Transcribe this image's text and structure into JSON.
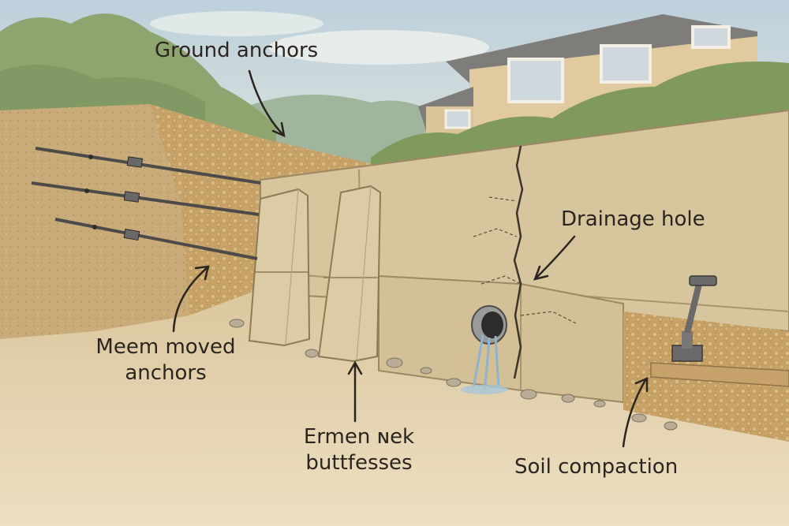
{
  "labels": {
    "ground_anchors": "Ground anchors",
    "drainage_hole": "Drainage hole",
    "meem_moved_anchors": "Meem moved anchors",
    "ermen_buttresses": "Ermen ɴek buttfesses",
    "soil_compaction": "Soil compaction"
  },
  "colors": {
    "sky": "#c9dbe4",
    "wall": "#d8c8a2",
    "soil": "#c9a66b",
    "ground": "#e6d6b2",
    "ink": "#2b2520"
  }
}
